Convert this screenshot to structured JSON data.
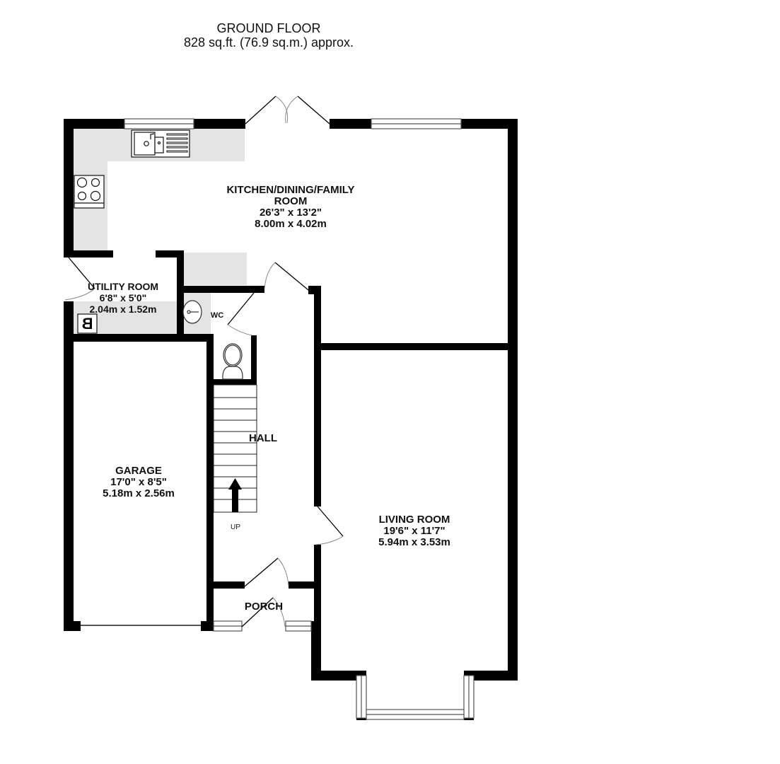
{
  "header": {
    "floor_name": "GROUND FLOOR",
    "area": "828 sq.ft. (76.9 sq.m.) approx."
  },
  "rooms": {
    "kitchen": {
      "name_line1": "KITCHEN/DINING/FAMILY",
      "name_line2": "ROOM",
      "imperial": "26'3\"  x 13'2\"",
      "metric": "8.00m  x 4.02m"
    },
    "utility": {
      "name": "UTILITY ROOM",
      "imperial": "6'8\"  x 5'0\"",
      "metric": "2.04m  x 1.52m"
    },
    "wc": {
      "name": "WC"
    },
    "hall": {
      "name": "HALL",
      "stairs_label": "UP"
    },
    "garage": {
      "name": "GARAGE",
      "imperial": "17'0\"  x 8'5\"",
      "metric": "5.18m  x 2.56m"
    },
    "living": {
      "name": "LIVING ROOM",
      "imperial": "19'6\"  x 11'7\"",
      "metric": "5.94m  x 3.53m"
    },
    "porch": {
      "name": "PORCH"
    }
  },
  "fixtures": {
    "boiler_label": "B"
  },
  "colors": {
    "wall": "#000000",
    "counter": "#e4e4e4",
    "line": "#555555",
    "window": "#ffffff"
  }
}
